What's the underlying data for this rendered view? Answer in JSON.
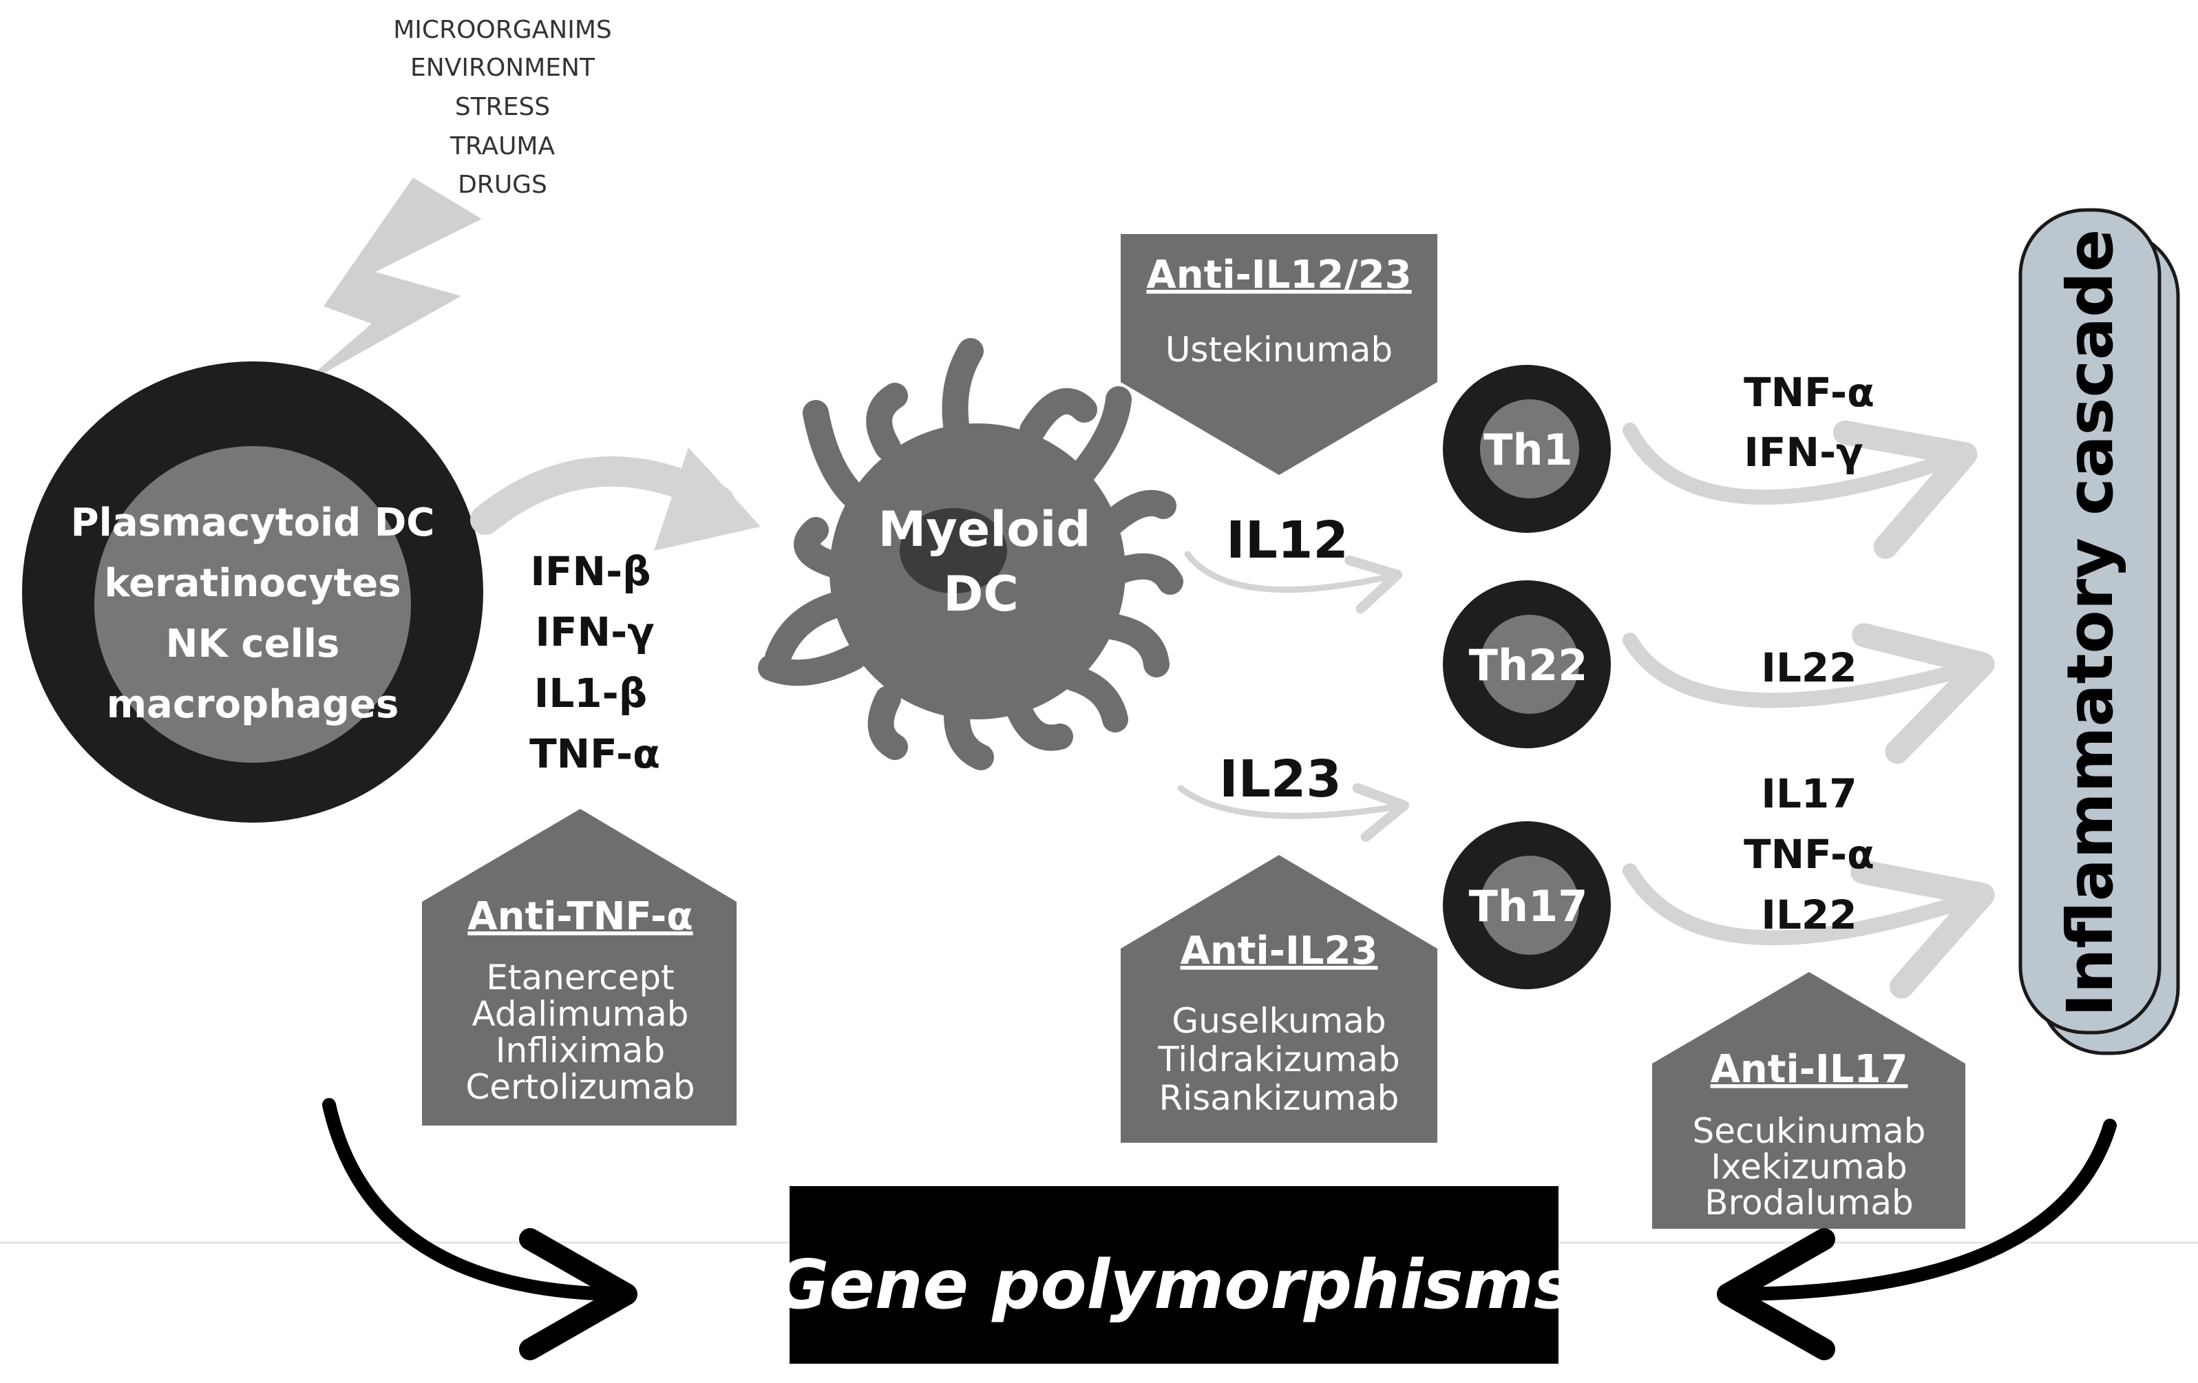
{
  "triggers": [
    "MICROORGANIMS",
    "ENVIRONMENT",
    "STRESS",
    "TRAUMA",
    "DRUGS"
  ],
  "source_cells": [
    "Plasmacytoid DC",
    "keratinocytes",
    "NK cells",
    "macrophages"
  ],
  "source_cytokines": [
    "IFN-β",
    "IFN-γ",
    "IL1-β",
    "TNF-α"
  ],
  "myeloid_dc": [
    "Myeloid",
    "DC"
  ],
  "il12": "IL12",
  "il23": "IL23",
  "th_cells": {
    "th1": "Th1",
    "th22": "Th22",
    "th17": "Th17"
  },
  "th1_outputs": [
    "TNF-α",
    "IFN-γ"
  ],
  "th22_outputs": [
    "IL22"
  ],
  "th17_outputs": [
    "IL17",
    "TNF-α",
    "IL22"
  ],
  "inflammatory_cascade": "Inflammatory cascade",
  "gene_polymorphisms": "Gene polymorphisms",
  "drug_boxes": {
    "anti_il12_23": {
      "title": "Anti-IL12/23",
      "drugs": [
        "Ustekinumab"
      ]
    },
    "anti_tnf": {
      "title": "Anti-TNF-α",
      "drugs": [
        "Etanercept",
        "Adalimumab",
        "Infliximab",
        "Certolizumab"
      ]
    },
    "anti_il23": {
      "title": "Anti-IL23",
      "drugs": [
        "Guselkumab",
        "Tildrakizumab",
        "Risankizumab"
      ]
    },
    "anti_il17": {
      "title": "Anti-IL17",
      "drugs": [
        "Secukinumab",
        "Ixekizumab",
        "Brodalumab"
      ]
    }
  },
  "colors": {
    "dark_cell": "#1e1e1e",
    "cell_core": "#777777",
    "box_gray": "#6e6e6e",
    "arrow_light": "#d4d4d4",
    "cascade_fill": "#bcc6cf",
    "black": "#000000"
  }
}
